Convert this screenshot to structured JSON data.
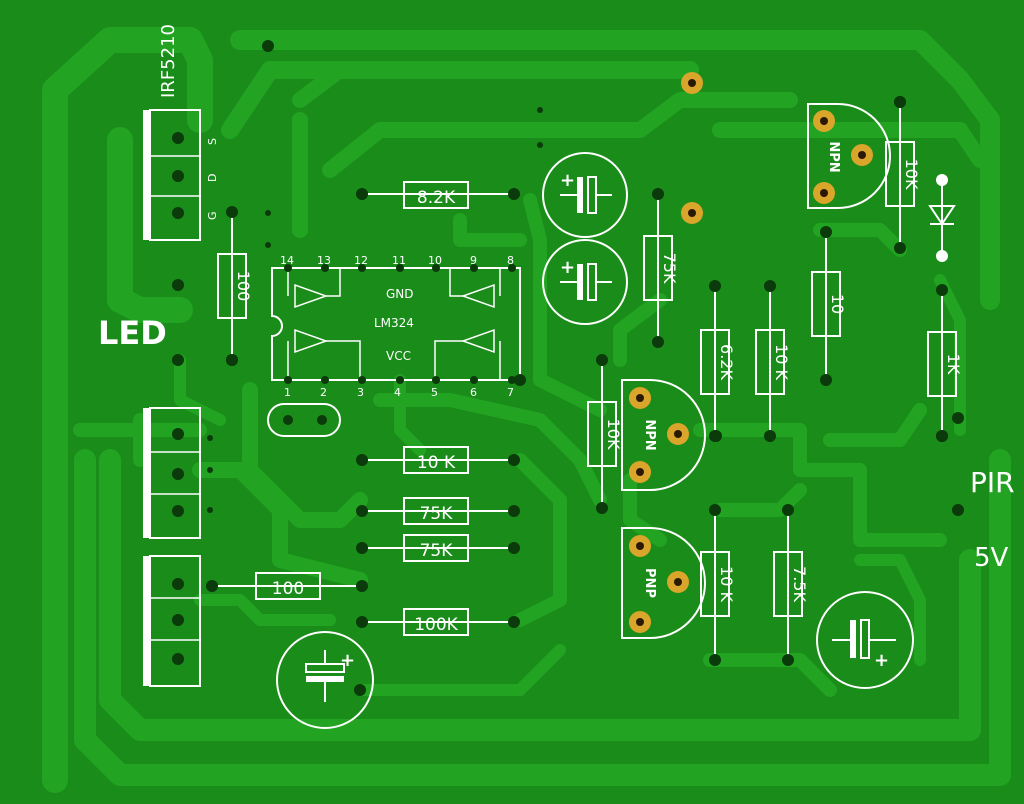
{
  "board": {
    "background": "#1a8c1a",
    "copper": "#22a422",
    "gold": "#d9a52a"
  },
  "labels": {
    "led": "LED",
    "pir": "PIR",
    "voltage": "5V",
    "mosfet": "IRF5210",
    "pin_s": "S",
    "pin_d": "D",
    "pin_g": "G"
  },
  "ic": {
    "name": "LM324",
    "gnd": "GND",
    "vcc": "VCC",
    "top_pins": [
      "14",
      "13",
      "12",
      "11",
      "10",
      "9",
      "8"
    ],
    "bottom_pins": [
      "1",
      "2",
      "3",
      "4",
      "5",
      "6",
      "7"
    ]
  },
  "resistors": {
    "r_8k2": "8.2K",
    "r_100_gate": "100",
    "r_10k_a": "10 K",
    "r_75k_a": "75K",
    "r_75k_b": "75K",
    "r_100_b": "100",
    "r_100k": "100K",
    "r_75k_v": "75K",
    "r_10k_v1": "10K",
    "r_6k2": "6.2K",
    "r_10k_v2": "10 K",
    "r_10_v": "10",
    "r_10k_top": "10K",
    "r_1k": "1K",
    "r_10k_pnp": "10 K",
    "r_7k5": "7.5K"
  },
  "transistors": {
    "q_top": "NPN",
    "q_mid": "NPN",
    "q_pnp": "PNP"
  },
  "caps": {
    "plus": "+"
  }
}
